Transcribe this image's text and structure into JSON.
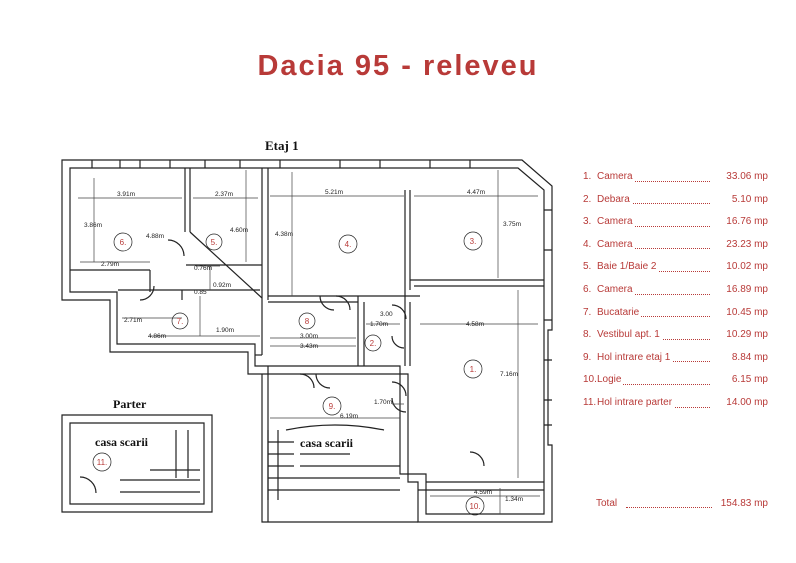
{
  "title": "Dacia 95 - releveu",
  "floor_labels": {
    "etaj": "Etaj 1",
    "parter": "Parter"
  },
  "stair_label": "casa scarii",
  "room_markers": [
    "1.",
    "2.",
    "3.",
    "4.",
    "5.",
    "6.",
    "7.",
    "8",
    "9.",
    "10.",
    "11."
  ],
  "dimensions": {
    "d391": "3.91m",
    "d386": "3.86m",
    "d488": "4.88m",
    "d279": "2.79m",
    "d237": "2.37m",
    "d460": "4.60m",
    "d076": "0.76m",
    "d092": "0.92m",
    "d085": "0.85",
    "d521": "5.21m",
    "d438": "4.38m",
    "d447": "4.47m",
    "d375": "3.75m",
    "d271": "2.71m",
    "d486": "4.86m",
    "d190": "1.90m",
    "d300a": "3.00m",
    "d343": "3.43m",
    "d300b": "3.00",
    "d170a": "1.70m",
    "d458": "4.58m",
    "d716": "7.16m",
    "d170b": "1.70m",
    "d619": "6.19m",
    "d459": "4.59m",
    "d134": "1.34m"
  },
  "legend": [
    {
      "num": "1.",
      "name": "Camera",
      "area": "33.06 mp"
    },
    {
      "num": "2.",
      "name": "Debara",
      "area": "5.10  mp"
    },
    {
      "num": "3.",
      "name": "Camera",
      "area": "16.76 mp"
    },
    {
      "num": "4.",
      "name": "Camera",
      "area": "23.23 mp"
    },
    {
      "num": "5.",
      "name": "Baie 1/Baie 2",
      "area": "10.02 mp"
    },
    {
      "num": "6.",
      "name": "Camera",
      "area": "16.89 mp"
    },
    {
      "num": "7.",
      "name": "Bucatarie",
      "area": "10.45 mp"
    },
    {
      "num": "8.",
      "name": "Vestibul apt. 1",
      "area": "10.29 mp"
    },
    {
      "num": "9.",
      "name": "Hol intrare etaj 1",
      "area": "8.84 mp"
    },
    {
      "num": "10.",
      "name": "Logie",
      "area": "6.15  mp"
    },
    {
      "num": "11.",
      "name": "Hol intrare parter",
      "area": "14.00 mp"
    }
  ],
  "total": {
    "label": "Total",
    "area": "154.83 mp"
  },
  "colors": {
    "accent": "#b83a38",
    "line": "#222222"
  }
}
